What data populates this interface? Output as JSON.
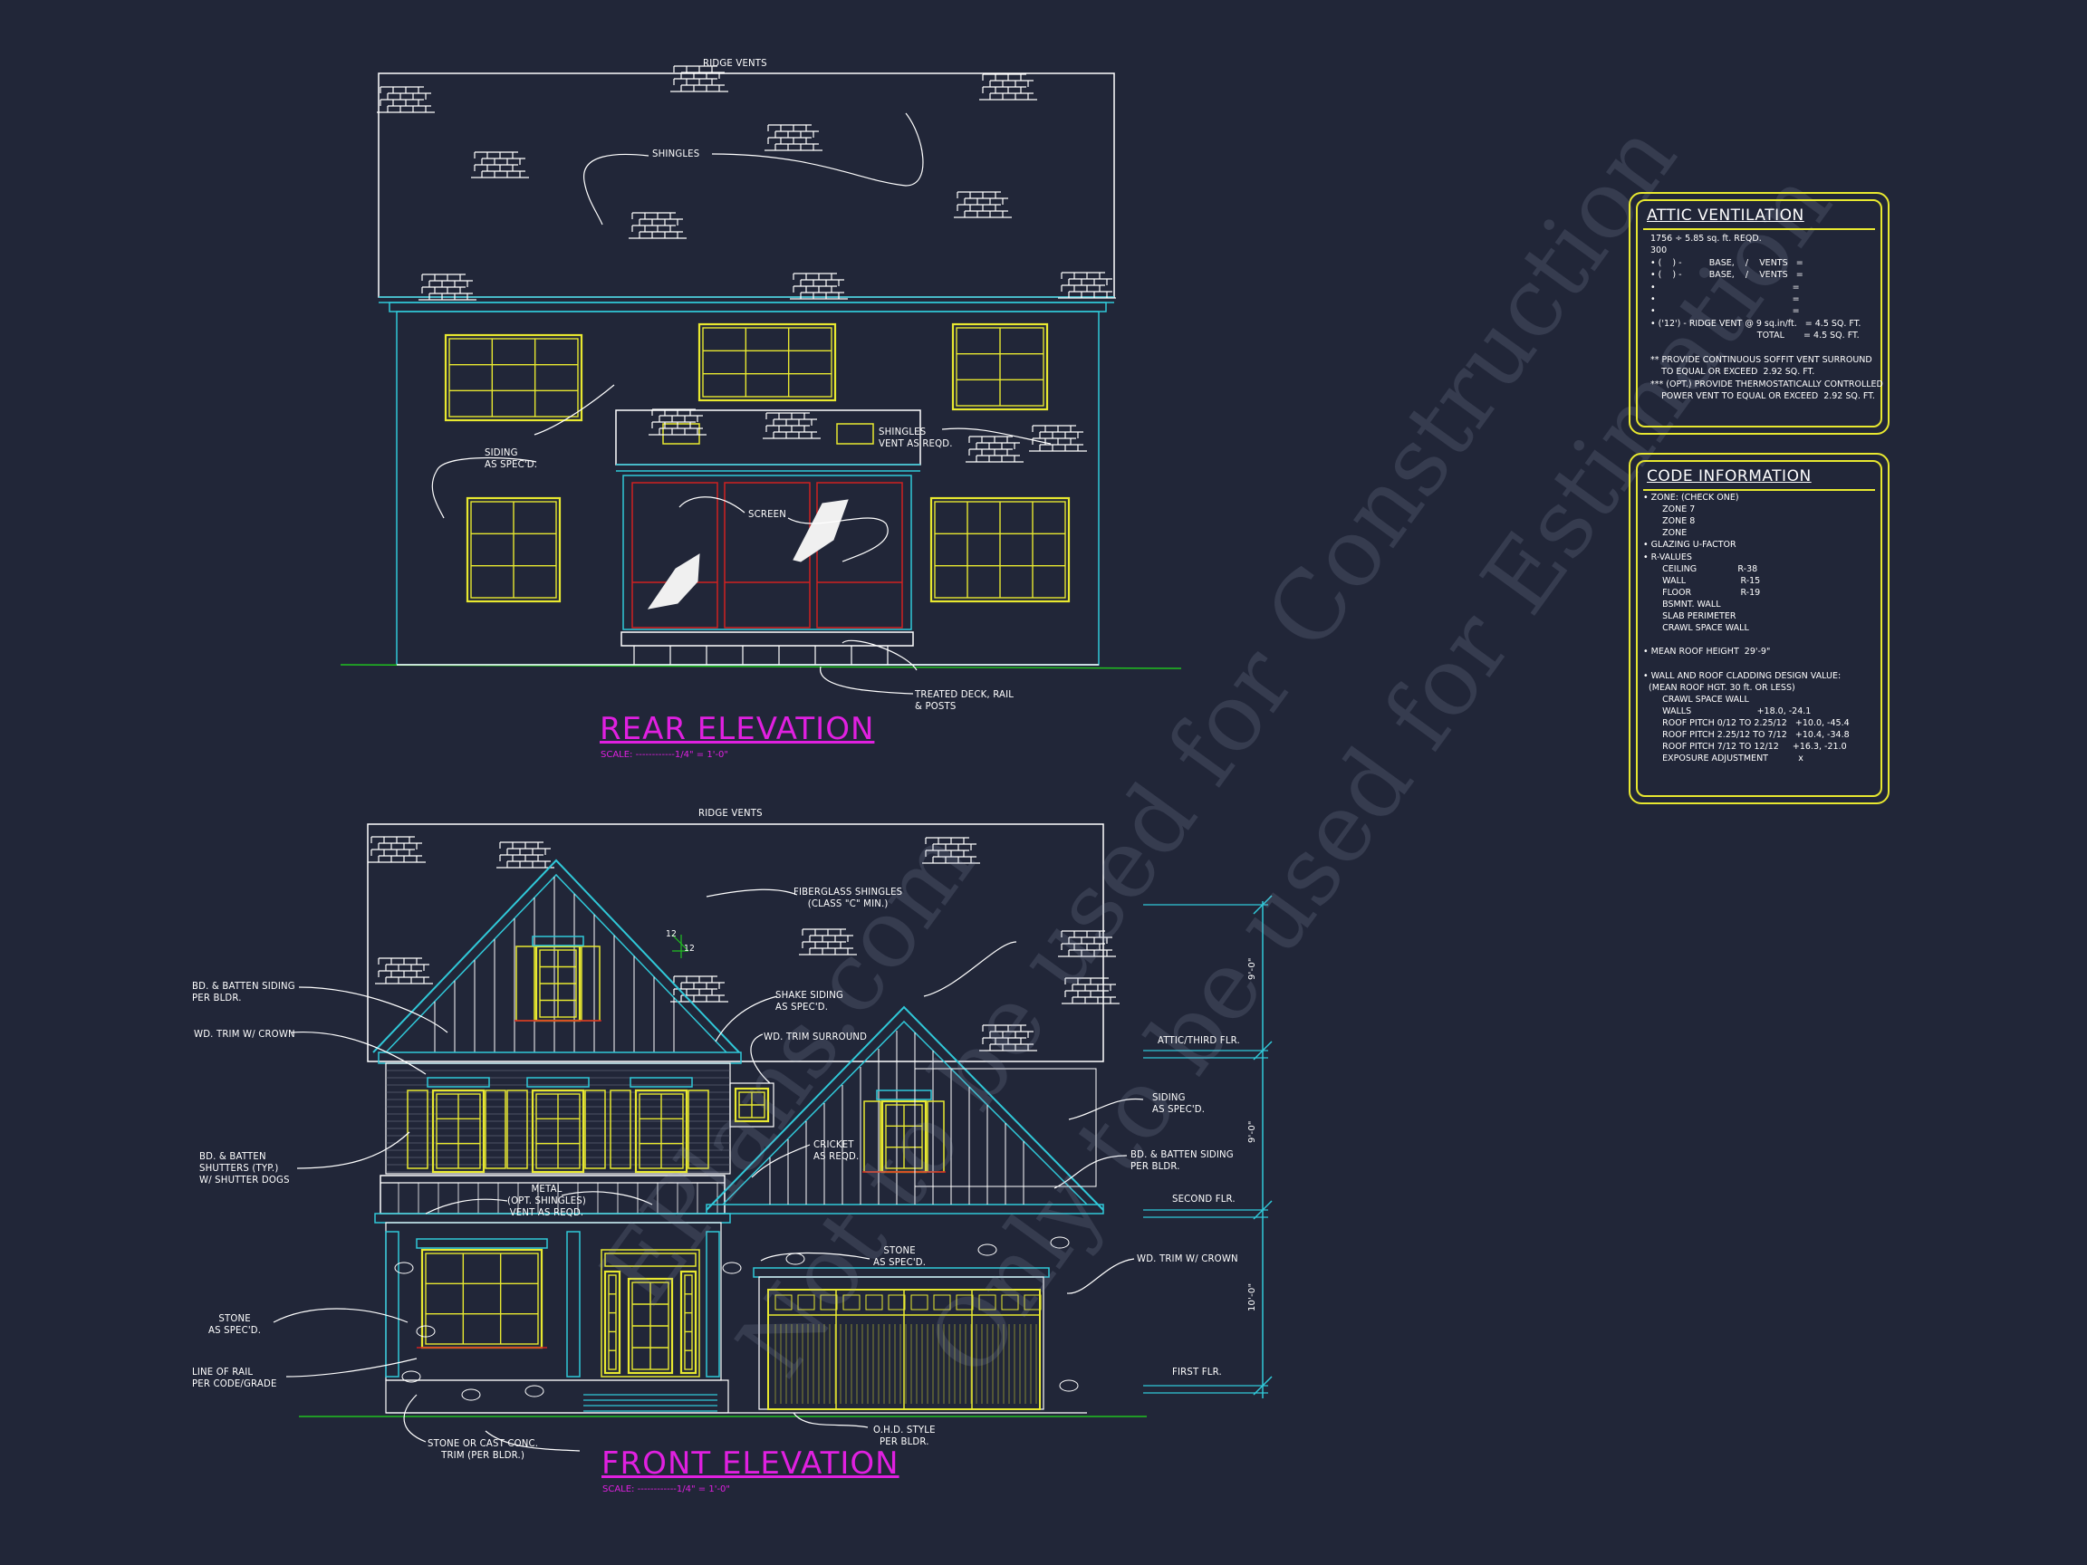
{
  "watermark": {
    "line1": "EPlans.com",
    "line2": "Not to be used for Construction",
    "line3": "Only to be used for Estimation"
  },
  "rear": {
    "title": "REAR ELEVATION",
    "scale": "SCALE: ------------1/4\" = 1'-0\"",
    "labels": {
      "ridge_vents": "RIDGE VENTS",
      "shingles": "SHINGLES",
      "siding": "SIDING\nAS SPEC'D.",
      "shingles_vent": "SHINGLES\nVENT AS REQD.",
      "screen": "SCREEN",
      "deck": "TREATED DECK, RAIL\n& POSTS"
    }
  },
  "front": {
    "title": "FRONT ELEVATION",
    "scale": "SCALE: ------------1/4\" = 1'-0\"",
    "labels": {
      "ridge_vents": "RIDGE VENTS",
      "fiberglass": "FIBERGLASS SHINGLES\n(CLASS \"C\" MIN.)",
      "bd_batten_1": "BD. & BATTEN SIDING\nPER BLDR.",
      "wd_trim_crown_1": "WD. TRIM W/ CROWN",
      "shake": "SHAKE SIDING\nAS SPEC'D.",
      "wd_trim_surround": "WD. TRIM SURROUND",
      "siding": "SIDING\nAS SPEC'D.",
      "cricket": "CRICKET\nAS REQD.",
      "bd_batten_2": "BD. & BATTEN SIDING\nPER BLDR.",
      "bd_batten_shutters": "BD. & BATTEN\nSHUTTERS (TYP.)\nW/ SHUTTER DOGS",
      "metal": "METAL\n(OPT. SHINGLES)\nVENT AS REQD.",
      "stone_1": "STONE\nAS SPEC'D.",
      "wd_trim_crown_2": "WD. TRIM W/ CROWN",
      "stone_2": "STONE\nAS SPEC'D.",
      "line_of_rail": "LINE OF RAIL\nPER CODE/GRADE",
      "stone_cast": "STONE OR CAST CONC.\nTRIM (PER BLDR.)",
      "ohd": "O.H.D. STYLE\nPER BLDR.",
      "pitch_a": "12",
      "pitch_b": "12"
    },
    "levels": {
      "attic": "ATTIC/THIRD FLR.",
      "second": "SECOND FLR.",
      "first": "FIRST FLR."
    },
    "dims": [
      "9'-0\"",
      "9'-0\"",
      "10'-0\""
    ]
  },
  "attic": {
    "title": "ATTIC VENTILATION",
    "lines": [
      "1756 ÷ 5.85 sq. ft. REQD.",
      "300",
      "• (    ) -          BASE,    /    VENTS   =",
      "• (    ) -          BASE,    /    VENTS   =",
      "•                                                  =",
      "•                                                  =",
      "•                                                  =",
      "• ('12') - RIDGE VENT @ 9 sq.in/ft.   = 4.5 SQ. FT.",
      "                                       TOTAL       = 4.5 SQ. FT.",
      "",
      "** PROVIDE CONTINUOUS SOFFIT VENT SURROUND",
      "    TO EQUAL OR EXCEED  2.92 SQ. FT.",
      "*** (OPT.) PROVIDE THERMOSTATICALLY CONTROLLED",
      "    POWER VENT TO EQUAL OR EXCEED  2.92 SQ. FT."
    ]
  },
  "code": {
    "title": "CODE INFORMATION",
    "lines": [
      "• ZONE: (CHECK ONE)",
      "       ZONE 7",
      "       ZONE 8",
      "       ZONE",
      "• GLAZING U-FACTOR",
      "• R-VALUES",
      "       CEILING               R-38",
      "       WALL                    R-15",
      "       FLOOR                  R-19",
      "       BSMNT. WALL",
      "       SLAB PERIMETER",
      "       CRAWL SPACE WALL",
      "",
      "• MEAN ROOF HEIGHT  29'-9\"",
      "",
      "• WALL AND ROOF CLADDING DESIGN VALUE:",
      "  (MEAN ROOF HGT. 30 ft. OR LESS)",
      "       CRAWL SPACE WALL",
      "       WALLS                        +18.0, -24.1",
      "       ROOF PITCH 0/12 TO 2.25/12   +10.0, -45.4",
      "       ROOF PITCH 2.25/12 TO 7/12   +10.4, -34.8",
      "       ROOF PITCH 7/12 TO 12/12     +16.3, -21.0",
      "       EXPOSURE ADJUSTMENT           x"
    ]
  },
  "colors": {
    "background": "#212638",
    "outline": "#ffffff",
    "cyan": "#30c8d8",
    "yellow": "#e8e830",
    "red": "#d02020",
    "green": "#20c020",
    "magenta": "#e020e0"
  }
}
